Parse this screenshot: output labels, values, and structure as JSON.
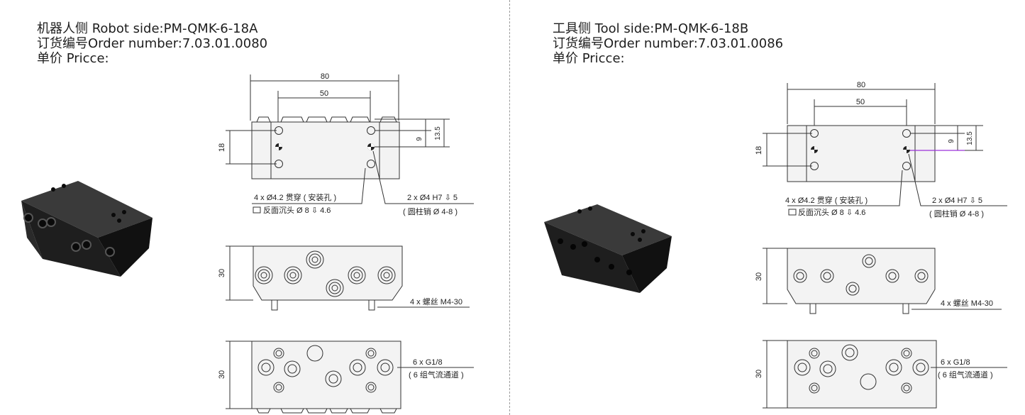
{
  "left": {
    "title": "机器人侧 Robot side:PM-QMK-6-18A",
    "order": "订货编号Order number:7.03.01.0080",
    "price": "单价 Pricce:",
    "dims": {
      "width": "80",
      "holes": "50",
      "h18": "18",
      "h9": "9",
      "h135": "13.5",
      "side_h": "30",
      "bottom_h": "30"
    },
    "notes": {
      "holes": "4 x Ø4.2 贯穿 ( 安装孔 )",
      "counterbore": "反面沉头 Ø 8 ⇩ 4.6",
      "pins": "2 x Ø4 H7 ⇩ 5",
      "pins_sub": "( 圆柱销 Ø 4-8 )",
      "screws": "4 x 螺丝 M4-30",
      "ports": "6 x G1/8",
      "ports_sub": "( 6 组气流通道 )"
    }
  },
  "right": {
    "title": "工具侧 Tool side:PM-QMK-6-18B",
    "order": "订货编号Order number:7.03.01.0086",
    "price": "单价 Pricce:",
    "dims": {
      "width": "80",
      "holes": "50",
      "h18": "18",
      "h9": "9",
      "h135": "13.5",
      "side_h": "30",
      "bottom_h": "30"
    },
    "notes": {
      "holes": "4 x Ø4.2 贯穿 ( 安装孔 )",
      "counterbore": "反面沉头 Ø 8 ⇩ 4.6",
      "pins": "2 x Ø4 H7 ⇩ 5",
      "pins_sub": "( 圆柱销 Ø 4-8 )",
      "screws": "4 x 螺丝 M4-30",
      "ports": "6 x G1/8",
      "ports_sub": "( 6 组气流通道 )"
    }
  },
  "colors": {
    "line": "#333333",
    "body": "#f2f2f2",
    "block": "#1c1c1c",
    "accent": "#9b30d9"
  }
}
